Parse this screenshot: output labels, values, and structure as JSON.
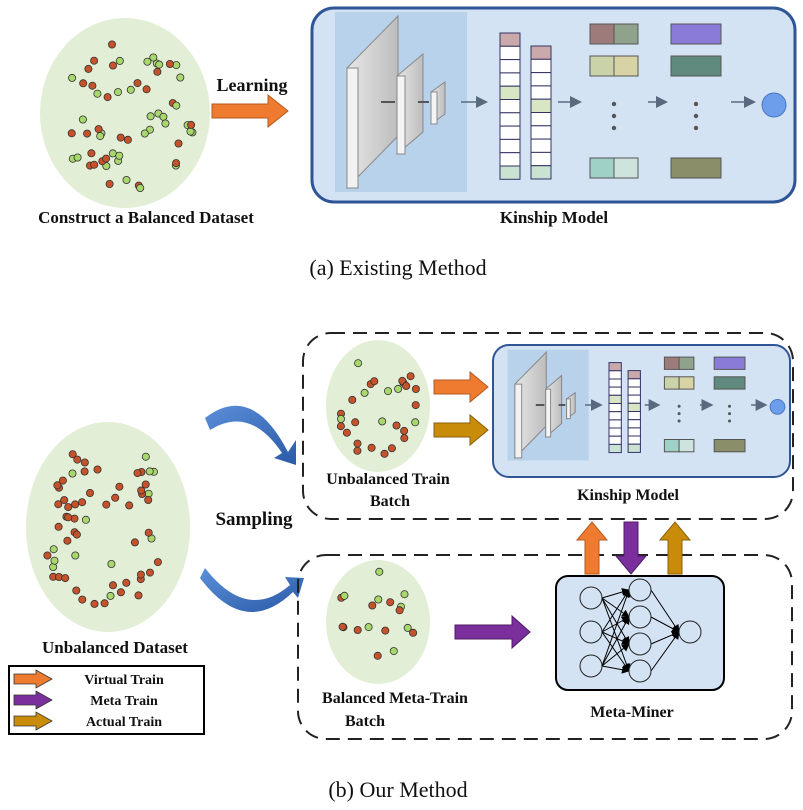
{
  "part_a": {
    "dataset_label": "Construct a Balanced Dataset",
    "arrow_label": "Learning",
    "model_label": "Kinship Model",
    "caption": "(a)  Existing Method"
  },
  "part_b": {
    "dataset_label": "Unbalanced Dataset",
    "sampling_label": "Sampling",
    "train_batch_label_1": "Unbalanced Train",
    "train_batch_label_2": "Batch",
    "meta_batch_label_1": "Balanced Meta-Train",
    "meta_batch_label_2": "Batch",
    "model_label": "Kinship Model",
    "meta_miner_label": "Meta-Miner",
    "caption": "(b)  Our Method"
  },
  "legend": {
    "items": [
      {
        "label": "Virtual Train",
        "color": "#ee7b30"
      },
      {
        "label": "Meta Train",
        "color": "#7a2f9c"
      },
      {
        "label": "Actual Train",
        "color": "#c98c0a"
      }
    ]
  },
  "colors": {
    "dot_red": "#c5522a",
    "dot_green": "#a8d86c",
    "blob_fill": "#e3eed6",
    "model_box_fill": "#d4e3f4",
    "model_box_stroke": "#2f5597",
    "output_node": "#6d9eeb"
  }
}
